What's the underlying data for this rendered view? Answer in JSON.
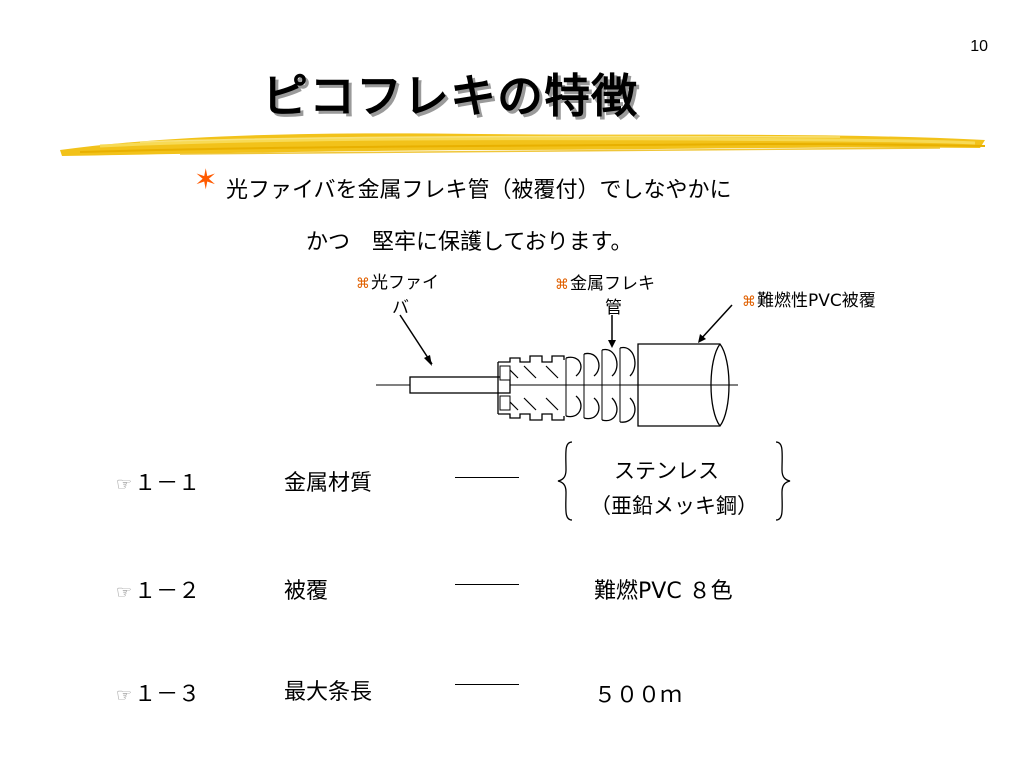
{
  "page_number": "10",
  "title": "ピコフレキの特徴",
  "lead": {
    "star_icon": "star-icon",
    "line1": "光ファイバを金属フレキ管（被覆付）でしなやかに",
    "line2": "かつ　堅牢に保護しております。"
  },
  "callouts": {
    "fiber_line1": "光ファイ",
    "fiber_line2": "バ",
    "tube_line1": "金属フレキ",
    "tube_line2": "管",
    "pvc": "難燃性PVC被覆",
    "bullet_glyph": "⌘"
  },
  "rows": [
    {
      "id": "１－１",
      "label": "金属材質",
      "value_line1": "ステンレス",
      "value_line2": "（亜鉛メッキ鋼）"
    },
    {
      "id": "１－２",
      "label": "被覆",
      "value_line1": "難燃PVC ８色"
    },
    {
      "id": "１－３",
      "label": "最大条長",
      "value_line1": "５００ｍ"
    }
  ],
  "colors": {
    "accent_star": "#ff5a00",
    "brush_stroke": "#f2c21a",
    "title_shadow": "#9a9a9a"
  }
}
